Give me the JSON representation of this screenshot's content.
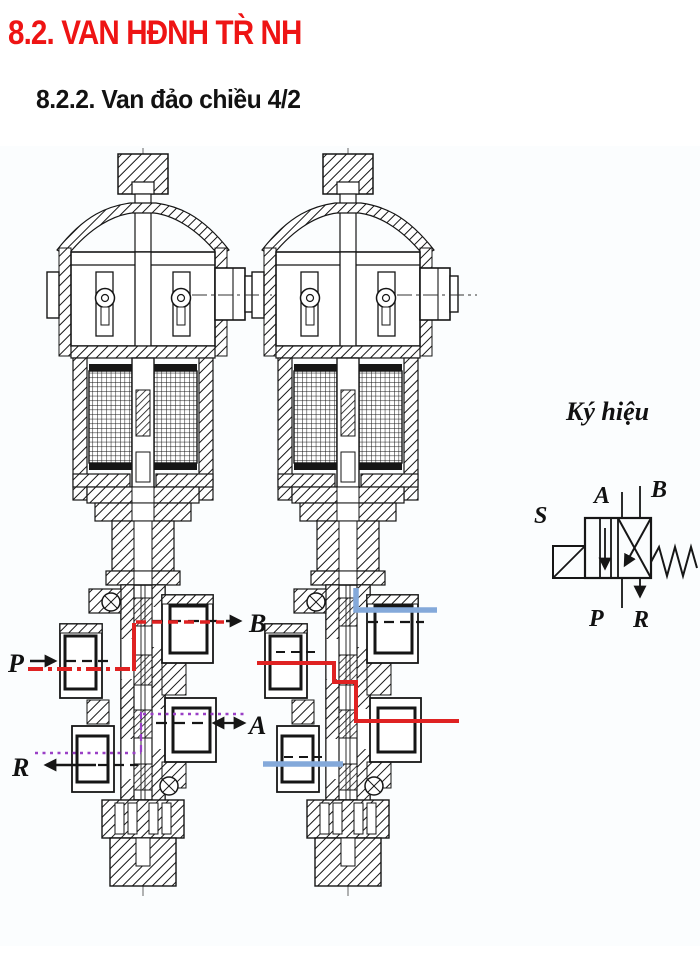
{
  "header": {
    "section_title": "8.2. VAN HĐNH TR̀ NH",
    "subsection_title": "8.2.2. Van đảo chiều 4/2"
  },
  "colors": {
    "title_red": "#ee1414",
    "flow_red": "#df2222",
    "flow_blue": "#84a9da",
    "flow_purple": "#9a3fc6",
    "ink": "#161616"
  },
  "valve_figure": {
    "port_labels": {
      "p": "P",
      "r": "R",
      "a": "A",
      "b": "B"
    }
  },
  "symbol": {
    "caption": "Ký hiệu",
    "labels": {
      "s": "S",
      "a": "A",
      "b": "B",
      "p": "P",
      "r": "R"
    }
  }
}
